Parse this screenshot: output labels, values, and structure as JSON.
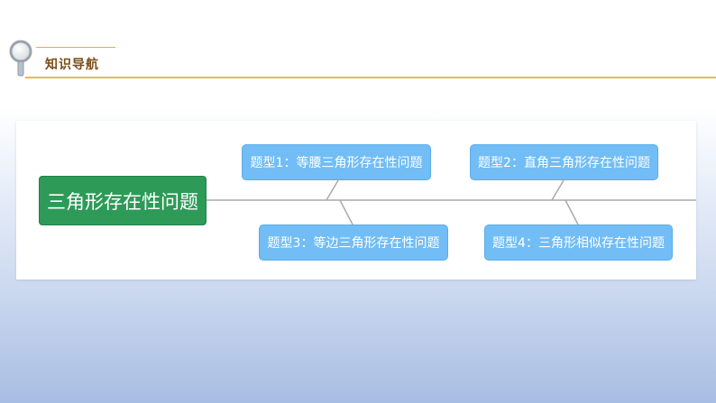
{
  "header": {
    "title": "知识导航",
    "icon": "magnifier-icon",
    "accent_color": "#f0b54e",
    "title_color": "#7a4d18"
  },
  "diagram": {
    "root": {
      "label": "三角形存在性问题",
      "color": "#2e9a58"
    },
    "topics": [
      {
        "label": "题型1：等腰三角形存在性问题",
        "color": "#72bdf5"
      },
      {
        "label": "题型2：直角三角形存在性问题",
        "color": "#72bdf5"
      },
      {
        "label": "题型3：等边三角形存在性问题",
        "color": "#72bdf5"
      },
      {
        "label": "题型4：三角形相似存在性问题",
        "color": "#72bdf5"
      }
    ]
  }
}
